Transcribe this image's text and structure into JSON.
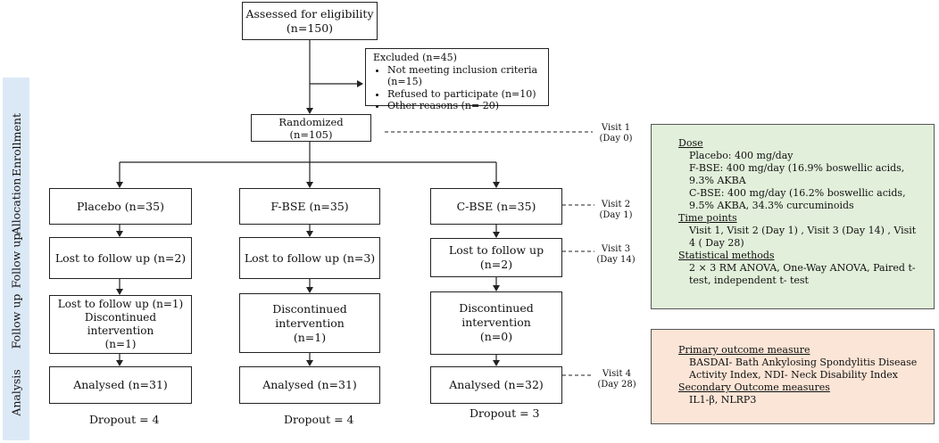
{
  "stages": [
    "Enrollment",
    "Allocation",
    "Follow up",
    "Follow up",
    "Analysis"
  ],
  "assessed": {
    "line1": "Assessed for eligibility",
    "line2": "(n=150)"
  },
  "excluded": {
    "title": "Excluded (n=45)",
    "items": [
      "Not meeting  inclusion criteria (n=15)",
      "Refused to participate  (n=10)",
      "Other reasons  (n= 20)"
    ]
  },
  "randomized": {
    "line1": "Randomized",
    "line2": "(n=105)"
  },
  "arms": [
    {
      "allocated": "Placebo (n=35)",
      "lost": "Lost to follow up (n=2)",
      "followup2": [
        "Lost to follow up (n=1)",
        "Discontinued intervention",
        "(n=1)"
      ],
      "analysed": "Analysed (n=31)",
      "dropout": "Dropout = 4"
    },
    {
      "allocated": "F-BSE (n=35)",
      "lost": "Lost to follow up (n=3)",
      "followup2": [
        "Discontinued intervention",
        "(n=1)"
      ],
      "analysed": "Analysed (n=31)",
      "dropout": "Dropout = 4"
    },
    {
      "allocated": "C-BSE (n=35)",
      "lost": "Lost to follow up (n=2)",
      "followup2": [
        "Discontinued intervention",
        "(n=0)"
      ],
      "analysed": "Analysed (n=32)",
      "dropout": "Dropout = 3"
    }
  ],
  "visits": [
    {
      "line1": "Visit 1",
      "line2": "(Day 0)"
    },
    {
      "line1": "Visit 2",
      "line2": "(Day 1)"
    },
    {
      "line1": "Visit 3",
      "line2": "(Day 14)"
    },
    {
      "line1": "Visit 4",
      "line2": "(Day 28)"
    }
  ],
  "dose_panel": {
    "dose_heading": "Dose",
    "dose_lines": [
      "Placebo:  400 mg/day",
      "F-BSE:  400 mg/day (16.9%  boswellic acids, 9.3% AKBA",
      "C-BSE:  400 mg/day  (16.2% boswellic  acids, 9.5% AKBA, 34.3% curcuminoids"
    ],
    "time_heading": "Time points",
    "time_lines": [
      "Visit 1, Visit 2 (Day 1) , Visit 3 (Day 14) , Visit 4 ( Day 28)"
    ],
    "stat_heading": "Statistical methods",
    "stat_lines": [
      "2 × 3 RM ANOVA, One-Way  ANOVA, Paired t-test, independent  t- test"
    ]
  },
  "outcome_panel": {
    "primary_heading": "Primary outcome measure",
    "primary_lines": [
      "BASDAI- Bath Ankylosing Spondylitis Disease Activity Index,  NDI- Neck Disability Index"
    ],
    "secondary_heading": "Secondary  Outcome measures",
    "secondary_lines": [
      "IL1-β,  NLRP3"
    ]
  },
  "colors": {
    "stage_bar": "#dbe9f6",
    "dose_panel": "#e2efda",
    "outcome_panel": "#fbe5d6"
  }
}
